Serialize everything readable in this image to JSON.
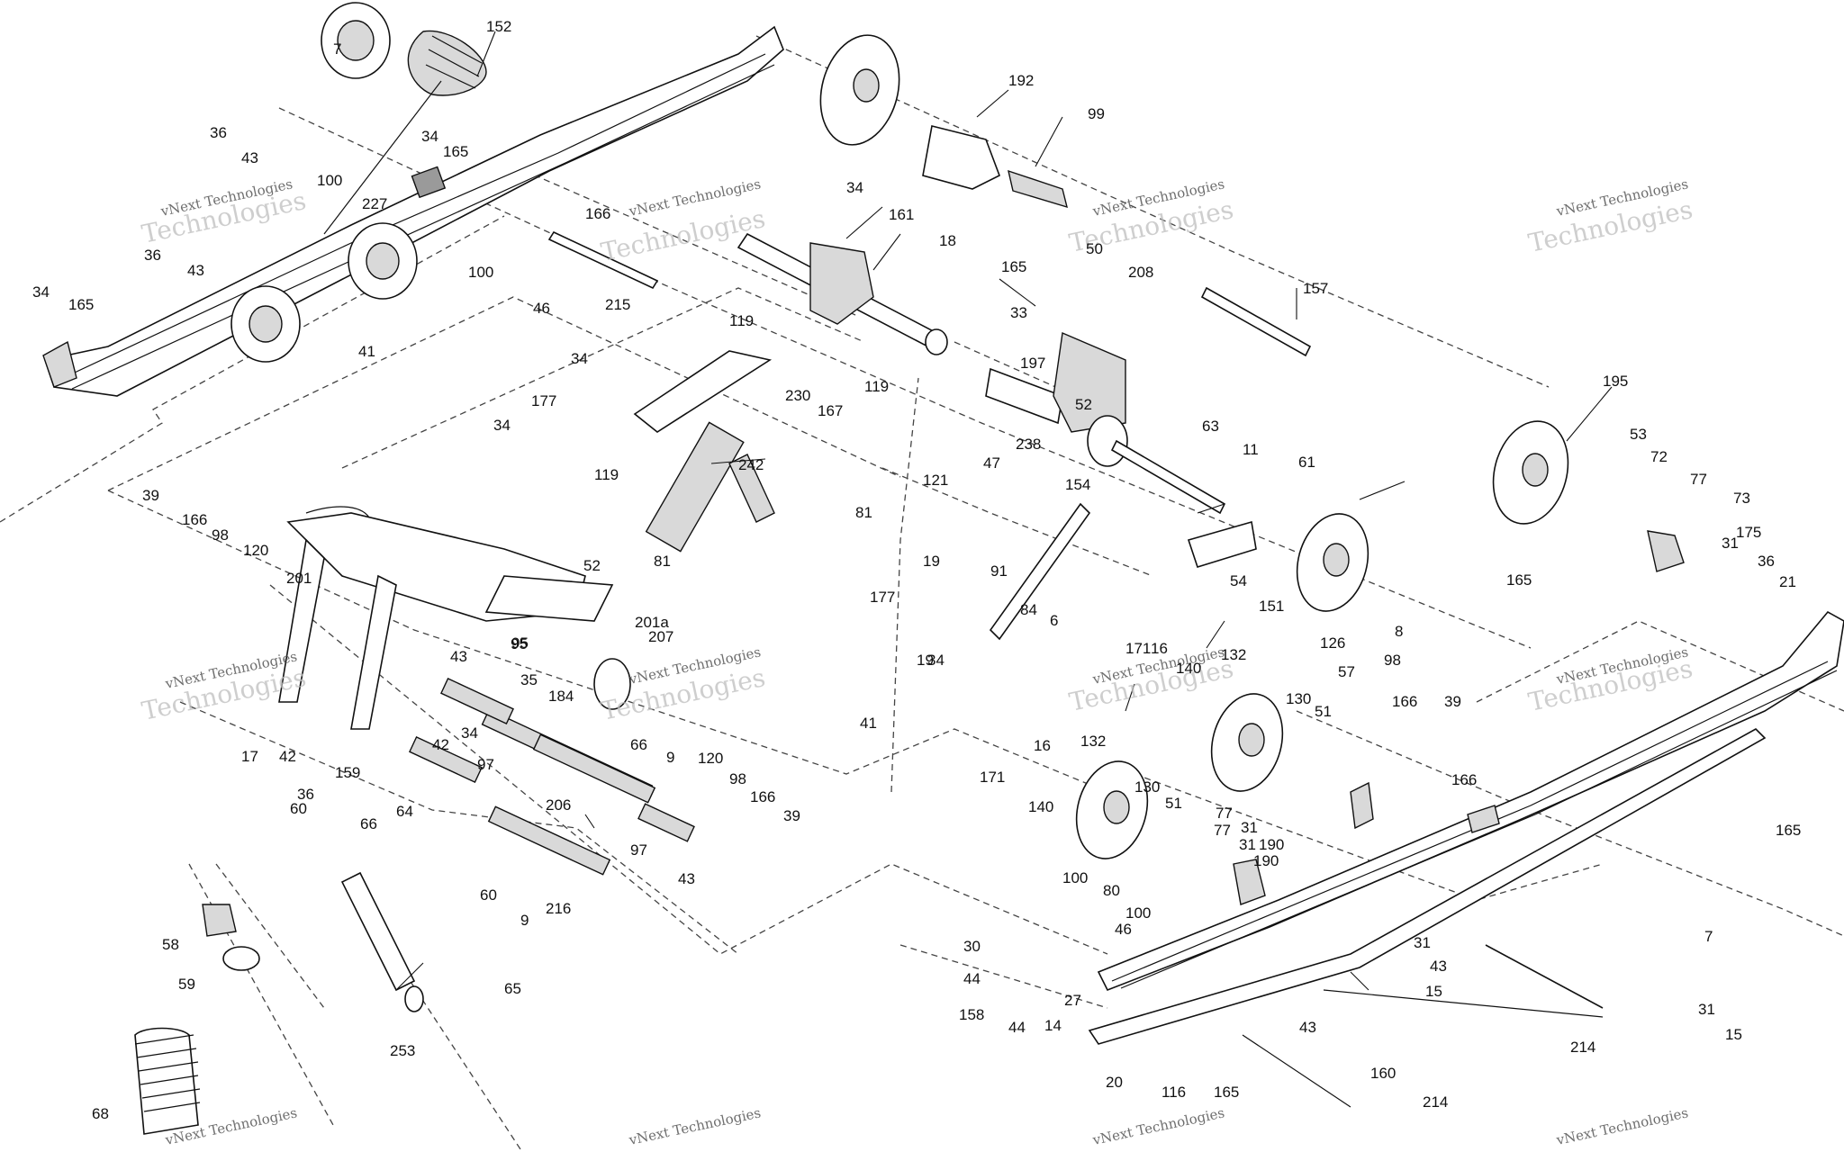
{
  "watermark": {
    "line1": "vNext Technologies",
    "line2": "Technologies"
  },
  "colors": {
    "ink": "#111111",
    "background": "#ffffff",
    "watermark": "#bdbdbd"
  },
  "callouts": [
    "152",
    "7",
    "36",
    "43",
    "34",
    "165",
    "100",
    "227",
    "36",
    "43",
    "34",
    "165",
    "41",
    "100",
    "46",
    "215",
    "166",
    "192",
    "99",
    "34",
    "161",
    "18",
    "165",
    "33",
    "50",
    "208",
    "157",
    "119",
    "34",
    "119",
    "230",
    "167",
    "197",
    "52",
    "177",
    "34",
    "119",
    "242",
    "63",
    "11",
    "238",
    "121",
    "47",
    "154",
    "61",
    "195",
    "53",
    "72",
    "77",
    "73",
    "39",
    "166",
    "98",
    "120",
    "201",
    "52",
    "81",
    "81",
    "19",
    "95",
    "54",
    "151",
    "126",
    "8",
    "31",
    "175",
    "36",
    "21",
    "165",
    "57",
    "98",
    "166",
    "39",
    "91",
    "84",
    "6",
    "171",
    "16",
    "140",
    "132",
    "177",
    "34",
    "19",
    "43",
    "95",
    "35",
    "184",
    "201a",
    "207",
    "66",
    "9",
    "41",
    "17",
    "42",
    "159",
    "42",
    "34",
    "97",
    "120",
    "98",
    "166",
    "39",
    "206",
    "64",
    "97",
    "43",
    "36",
    "60",
    "66",
    "216",
    "130",
    "51",
    "171",
    "16",
    "132",
    "77",
    "31",
    "190",
    "140",
    "130",
    "51",
    "77",
    "31",
    "190",
    "166",
    "165",
    "100",
    "80",
    "100",
    "46",
    "30",
    "44",
    "158",
    "44",
    "14",
    "27",
    "20",
    "116",
    "165",
    "160",
    "214",
    "43",
    "15",
    "31",
    "214",
    "43",
    "15",
    "31",
    "7",
    "60",
    "9",
    "65",
    "253",
    "58",
    "59",
    "68"
  ]
}
